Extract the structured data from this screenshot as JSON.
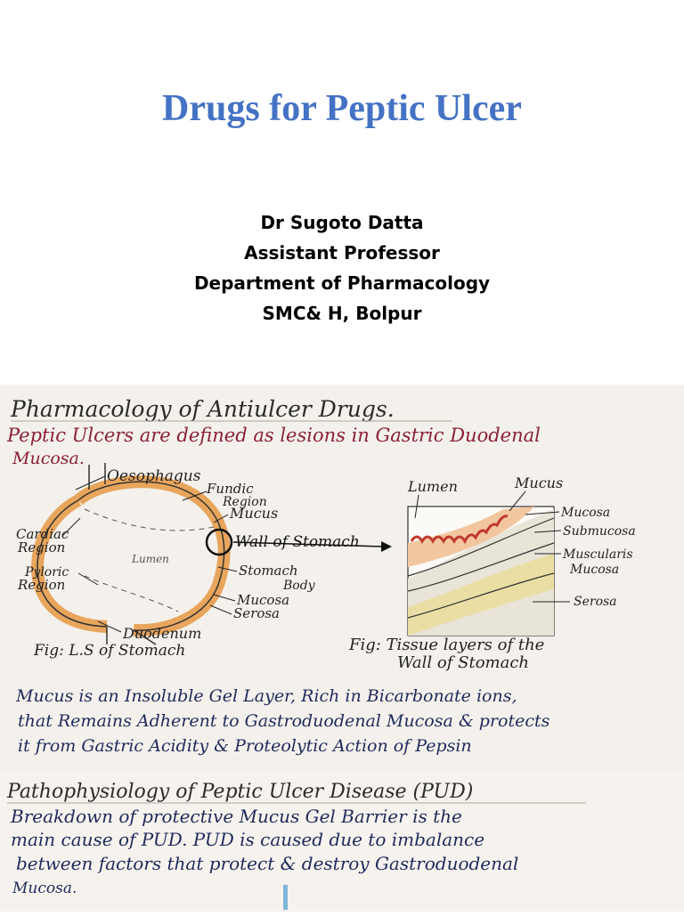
{
  "slide": {
    "title": "Drugs for Peptic Ulcer",
    "author_lines": [
      "Dr Sugoto Datta",
      "Assistant Professor",
      "Department of Pharmacology",
      "SMC& H, Bolpur"
    ]
  },
  "notes1": {
    "heading": "Pharmacology of Antiulcer Drugs.",
    "definition_lines": [
      "Peptic Ulcers are defined as lesions in Gastric Duodenal",
      "Mucosa."
    ],
    "stomach_diagram": {
      "labels": {
        "oesophagus": "Oesophagus",
        "fundic_1": "Fundic",
        "fundic_2": "Region",
        "mucus": "Mucus",
        "wall": "Wall of Stomach",
        "cardiac_1": "Cardiac",
        "cardiac_2": "Region",
        "lumen": "Lumen",
        "pyloric_1": "Pyloric",
        "pyloric_2": "Region",
        "stomach_body_1": "Stomach",
        "stomach_body_2": "Body",
        "mucosa": "Mucosa",
        "serosa": "Serosa",
        "duodenum": "Duodenum"
      },
      "caption": "Fig: L.S of Stomach"
    },
    "tissue_diagram": {
      "labels": {
        "lumen": "Lumen",
        "mucus": "Mucus",
        "mucosa": "Mucosa",
        "submucosa": "Submucosa",
        "muscularis_1": "Muscularis",
        "muscularis_2": "Mucosa",
        "serosa": "Serosa"
      },
      "caption_1": "Fig: Tissue layers of the",
      "caption_2": "Wall of Stomach"
    },
    "mucus_lines": [
      "Mucus is an Insoluble Gel Layer, Rich in Bicarbonate ions,",
      "that Remains Adherent to Gastroduodenal Mucosa & protects",
      "it from Gastric Acidity & Proteolytic Action of Pepsin"
    ],
    "colors": {
      "heading": "#2b2b2b",
      "definition": "#8a2036",
      "body": "#1f2a5a",
      "mucosa_fill": "#f2c7a0",
      "mucus": "#c0392b"
    }
  },
  "notes2": {
    "heading": "Pathophysiology of Peptic Ulcer Disease (PUD)",
    "lines": [
      "Breakdown of protective Mucus Gel Barrier is the",
      "main cause of PUD. PUD is caused due to imbalance",
      "between factors that protect & destroy Gastroduodenal",
      "Mucosa."
    ]
  }
}
